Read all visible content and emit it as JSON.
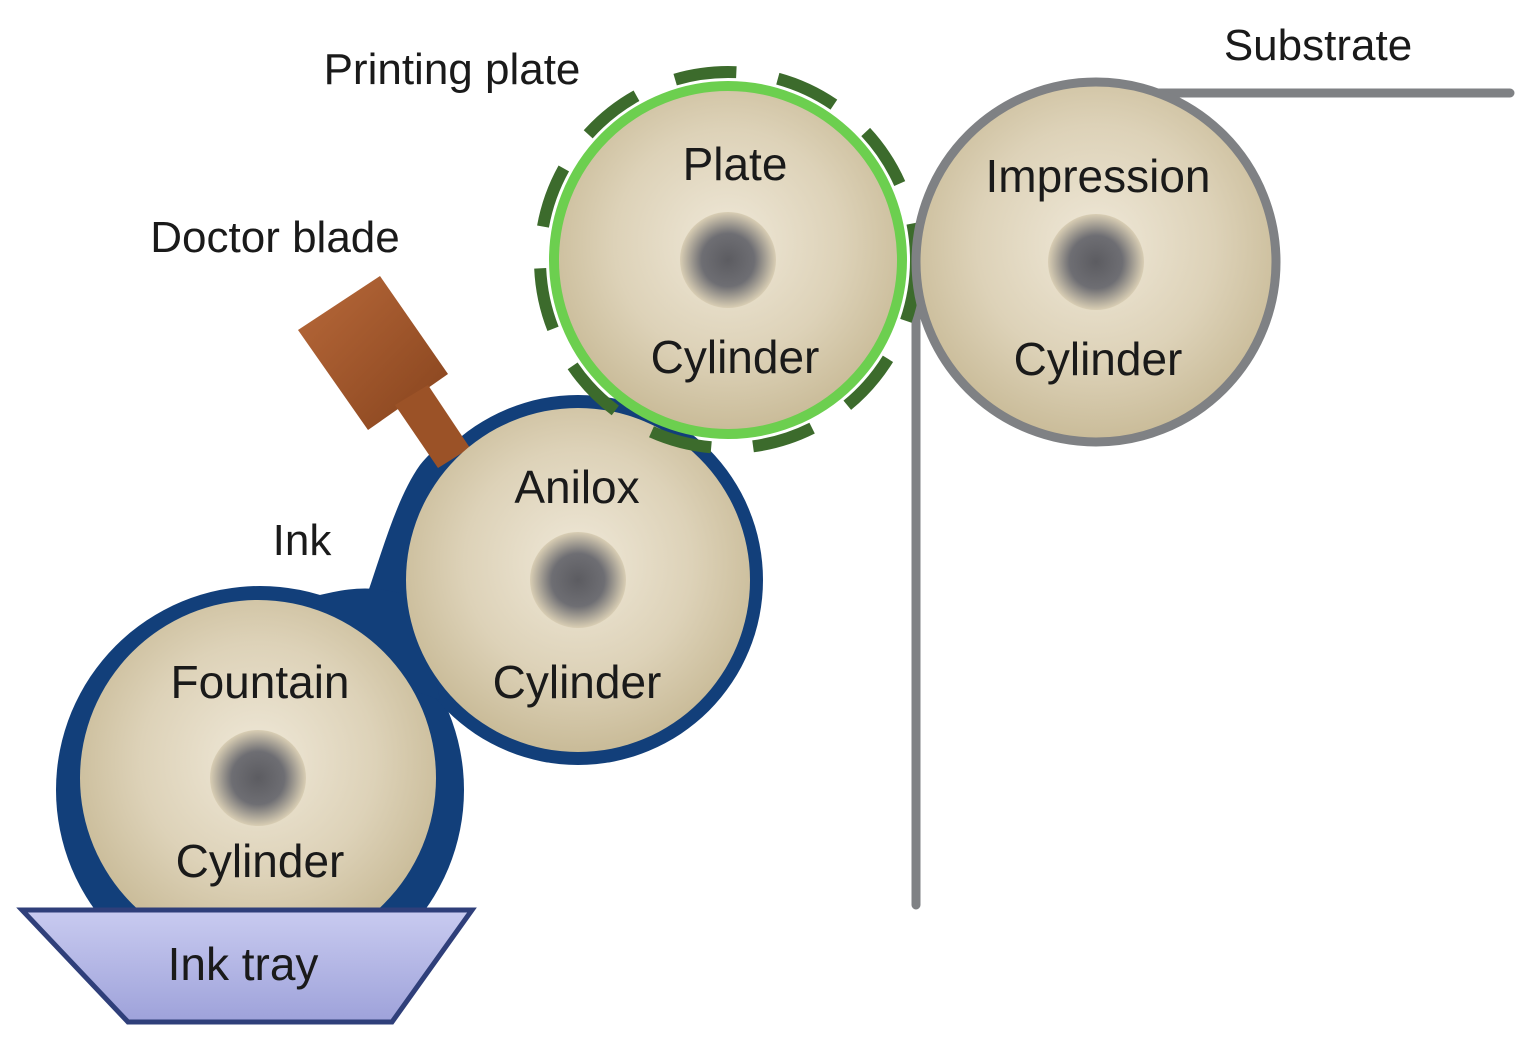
{
  "labels": {
    "substrate": "Substrate",
    "printing_plate": "Printing plate",
    "doctor_blade": "Doctor blade",
    "ink": "Ink",
    "ink_tray": "Ink tray"
  },
  "cylinders": {
    "plate": {
      "top": "Plate",
      "bottom": "Cylinder"
    },
    "impression": {
      "top": "Impression",
      "bottom": "Cylinder"
    },
    "anilox": {
      "top": "Anilox",
      "bottom": "Cylinder"
    },
    "fountain": {
      "top": "Fountain",
      "bottom": "Cylinder"
    }
  },
  "colors": {
    "cylinder_fill": "#d9ceb4",
    "hub": "#6e6e73",
    "ink_blue": "#123f7a",
    "plate_green": "#6ccf4f",
    "plate_dark_green": "#3c6b2c",
    "substrate_gray": "#7f8184",
    "blade_brown": "#9b5227",
    "tray_blue": "#b5b8e6"
  }
}
